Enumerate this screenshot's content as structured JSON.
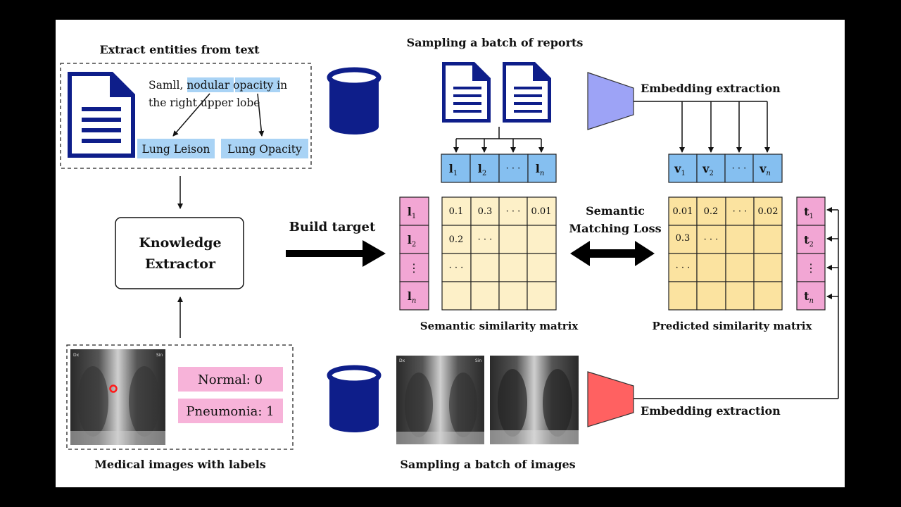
{
  "colors": {
    "navy": "#0e1e8a",
    "highlight": "#a9d3f5",
    "pink": "#f7b3d9",
    "yellow": "#fdf0c8",
    "blue_cell": "#85bff0",
    "violet": "#9da3f6",
    "red": "#ff6161"
  },
  "extract": {
    "title": "Extract entities from text",
    "sentence_parts": [
      "Samll, ",
      "nodular",
      " ",
      "opacity",
      " in"
    ],
    "sentence_line2": "the right upper lobe",
    "entity_1": "Lung Leison",
    "entity_2": "Lung Opacity"
  },
  "knowledge_extractor": {
    "line1": "Knowledge",
    "line2": "Extractor"
  },
  "medical": {
    "title": "Medical images with labels",
    "label_1": "Normal: 0",
    "label_2": "Pneumonia: 1"
  },
  "reports": {
    "title": "Sampling a batch of reports"
  },
  "images": {
    "title": "Sampling a batch of images"
  },
  "embedding_top": "Embedding extraction",
  "embedding_bottom": "Embedding extraction",
  "build_target": "Build target",
  "loss": {
    "line1": "Semantic",
    "line2": "Matching Loss"
  },
  "semantic_matrix": {
    "caption": "Semantic similarity matrix",
    "row1": [
      "0.1",
      "0.3",
      "· · ·",
      "0.01"
    ],
    "row2": [
      "0.2",
      "· · ·",
      "",
      ""
    ],
    "row3": [
      "· · ·",
      "",
      "",
      ""
    ],
    "row4": [
      "",
      "",
      "",
      ""
    ]
  },
  "predicted_matrix": {
    "caption": "Predicted similarity matrix",
    "row1": [
      "0.01",
      "0.2",
      "· · ·",
      "0.02"
    ],
    "row2": [
      "0.3",
      "· · ·",
      "",
      ""
    ],
    "row3": [
      "· · ·",
      "",
      "",
      ""
    ],
    "row4": [
      "",
      "",
      "",
      ""
    ]
  },
  "l_top": [
    "l",
    "l",
    "· · ·",
    "l"
  ],
  "l_top_sub": [
    "1",
    "2",
    "",
    "n"
  ],
  "v_top": [
    "v",
    "v",
    "· · ·",
    "v"
  ],
  "v_top_sub": [
    "1",
    "2",
    "",
    "n"
  ],
  "l_side": [
    "l",
    "l",
    "⋮",
    "l"
  ],
  "l_side_sub": [
    "1",
    "2",
    "",
    "n"
  ],
  "t_side": [
    "t",
    "t",
    "⋮",
    "t"
  ],
  "t_side_sub": [
    "1",
    "2",
    "",
    "n"
  ],
  "xray_markers": {
    "left": "Dx",
    "right": "Sin"
  }
}
